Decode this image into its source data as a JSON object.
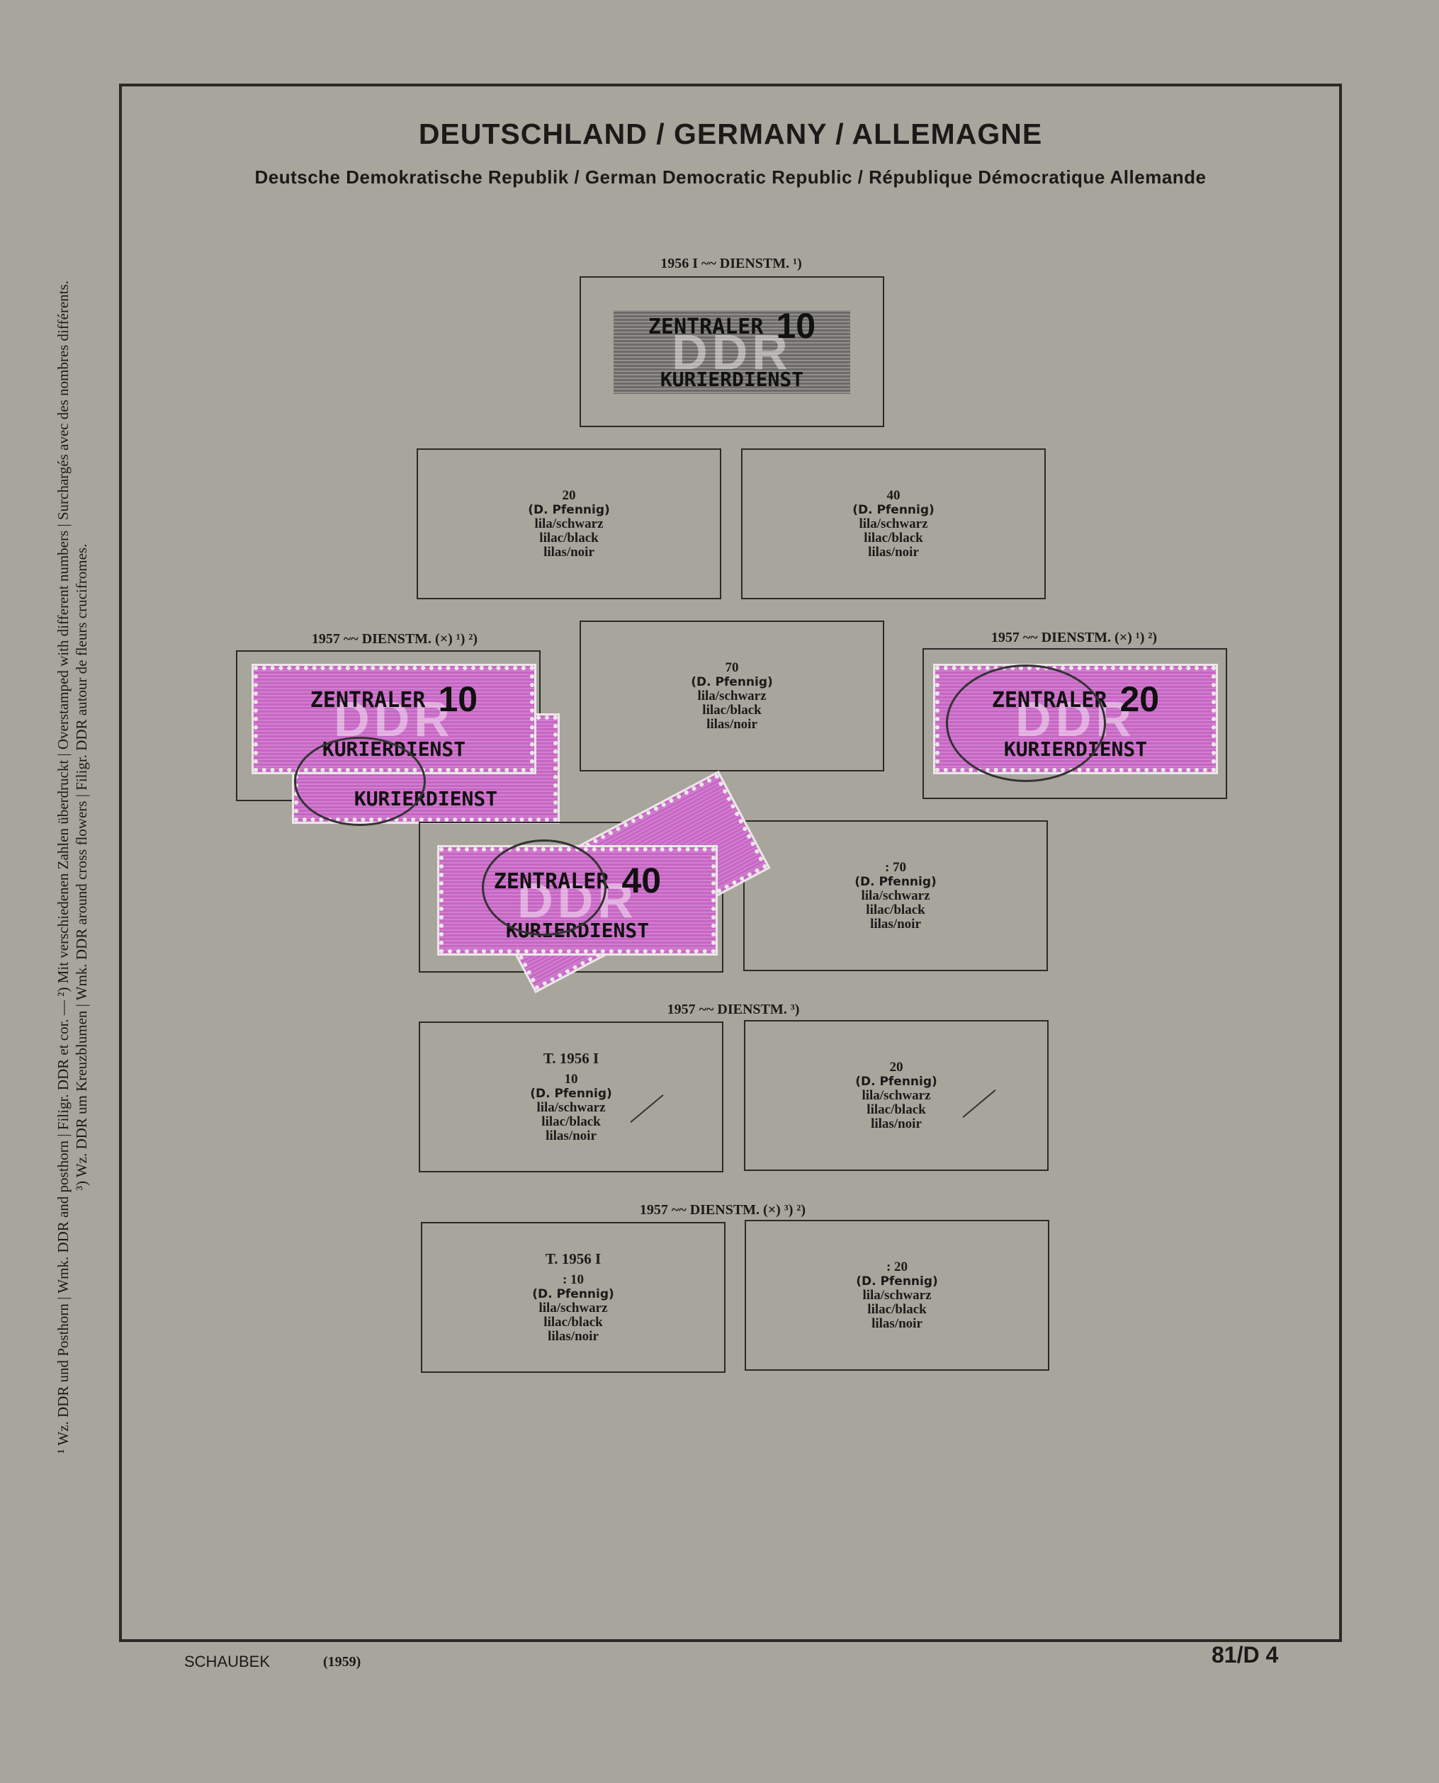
{
  "header": {
    "title": "DEUTSCHLAND / GERMANY / ALLEMAGNE",
    "subtitle": "Deutsche Demokratische Republik / German Democratic Republic / République Démocratique Allemande"
  },
  "side_note": {
    "line1": "¹ Wz. DDR und Posthorn | Wmk. DDR and posthorn | Filigr. DDR et cor. — ²) Mit verschiedenen Zahlen überdruckt | Overstamped with different numbers | Surchargés avec des nombres différents.",
    "line2": "³) Wz. DDR um Kreuzblumen | Wmk. DDR around cross flowers | Filigr. DDR autour de fleurs crucifromes."
  },
  "sections": {
    "s1956": "1956 I ~~ DIENSTM. ¹)",
    "s1957a": "1957 ~~ DIENSTM. (×) ¹) ²)",
    "s1957b": "1957 ~~ DIENSTM. (×) ¹) ²)",
    "s1957c": "1957 ~~ DIENSTM. ³)",
    "s1957d": "1957 ~~ DIENSTM. (×) ³) ²)"
  },
  "stamps": {
    "gray10": {
      "line1": "ZENTRALER",
      "value": "10",
      "line2": "KURIERDIENST",
      "bg": "DDR"
    },
    "lilac10": {
      "line1": "ZENTRALER",
      "value": "10",
      "line2": "KURIERDIENST",
      "bg": "DDR"
    },
    "lilac10b": {
      "line2": "KURIERDIENST"
    },
    "lilac20": {
      "line1": "ZENTRALER",
      "value": "20",
      "line2": "KURIERDIENST",
      "bg": "DDR"
    },
    "lilac40": {
      "line1": "ZENTRALER",
      "value": "40",
      "line2": "KURIERDIENST",
      "bg": "DDR"
    }
  },
  "boxes": {
    "b20": {
      "value": "20",
      "unit": "(D. Pfennig)",
      "de": "lila/schwarz",
      "en": "lilac/black",
      "fr": "lilas/noir"
    },
    "b40": {
      "value": "40",
      "unit": "(D. Pfennig)",
      "de": "lila/schwarz",
      "en": "lilac/black",
      "fr": "lilas/noir"
    },
    "b70": {
      "value": "70",
      "unit": "(D. Pfennig)",
      "de": "lila/schwarz",
      "en": "lilac/black",
      "fr": "lilas/noir"
    },
    "b70b": {
      "value": ": 70",
      "unit": "(D. Pfennig)",
      "de": "lila/schwarz",
      "en": "lilac/black",
      "fr": "lilas/noir"
    },
    "c10": {
      "type": "T. 1956 I",
      "value": "10",
      "unit": "(D. Pfennig)",
      "de": "lila/schwarz",
      "en": "lilac/black",
      "fr": "lilas/noir"
    },
    "c20": {
      "value": "20",
      "unit": "(D. Pfennig)",
      "de": "lila/schwarz",
      "en": "lilac/black",
      "fr": "lilas/noir"
    },
    "d10": {
      "type": "T. 1956 I",
      "value": ": 10",
      "unit": "(D. Pfennig)",
      "de": "lila/schwarz",
      "en": "lilac/black",
      "fr": "lilas/noir"
    },
    "d20": {
      "value": ": 20",
      "unit": "(D. Pfennig)",
      "de": "lila/schwarz",
      "en": "lilac/black",
      "fr": "lilas/noir"
    }
  },
  "footer": {
    "publisher": "SCHAUBEK",
    "year": "(1959)",
    "page": "81/D 4"
  },
  "colors": {
    "page": "#a7a59c",
    "ink": "#1b1a18",
    "stamp_lilac": "#c765c4",
    "stamp_gray": "#6d6b68"
  }
}
